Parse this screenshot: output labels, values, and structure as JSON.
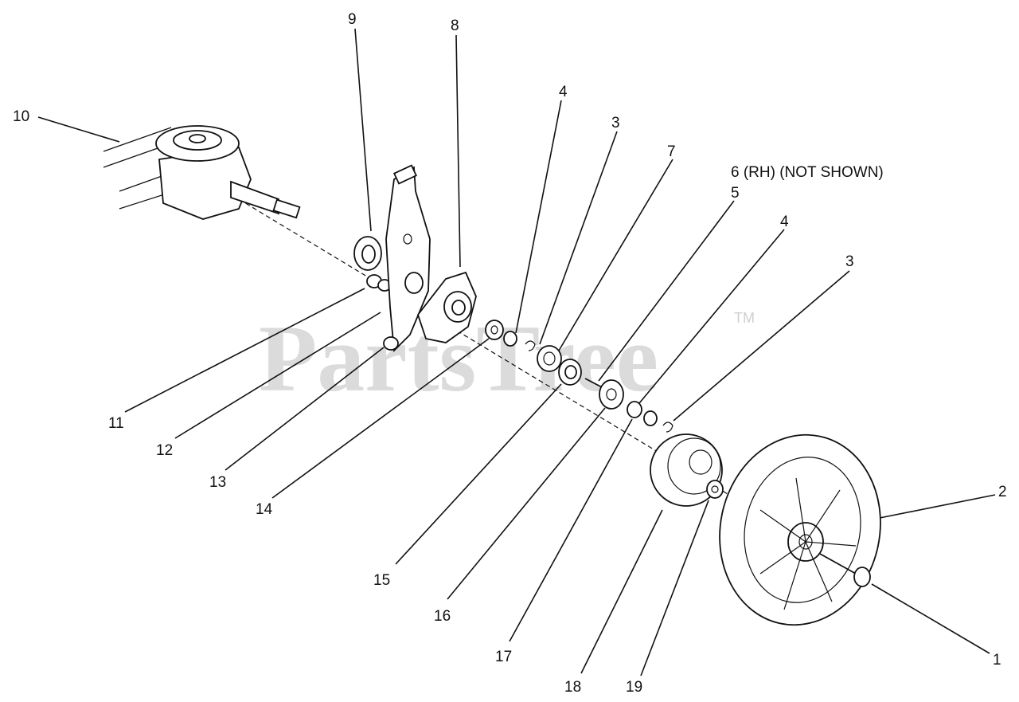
{
  "watermark": {
    "text": "PartsTree",
    "trademark": "TM"
  },
  "note": "6 (RH) (NOT SHOWN)",
  "callouts": [
    {
      "id": "c10",
      "label": "10"
    },
    {
      "id": "c9",
      "label": "9"
    },
    {
      "id": "c8",
      "label": "8"
    },
    {
      "id": "c4a",
      "label": "4"
    },
    {
      "id": "c3a",
      "label": "3"
    },
    {
      "id": "c7",
      "label": "7"
    },
    {
      "id": "c5",
      "label": "5"
    },
    {
      "id": "c4b",
      "label": "4"
    },
    {
      "id": "c3b",
      "label": "3"
    },
    {
      "id": "c2",
      "label": "2"
    },
    {
      "id": "c1",
      "label": "1"
    },
    {
      "id": "c11",
      "label": "11"
    },
    {
      "id": "c12",
      "label": "12"
    },
    {
      "id": "c13",
      "label": "13"
    },
    {
      "id": "c14",
      "label": "14"
    },
    {
      "id": "c15",
      "label": "15"
    },
    {
      "id": "c16",
      "label": "16"
    },
    {
      "id": "c17",
      "label": "17"
    },
    {
      "id": "c18",
      "label": "18"
    },
    {
      "id": "c19",
      "label": "19"
    }
  ]
}
